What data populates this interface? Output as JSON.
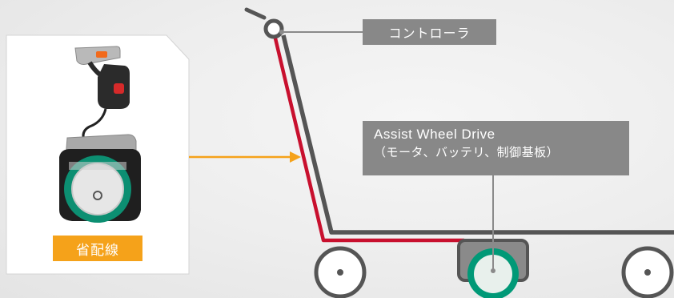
{
  "left_panel": {
    "badge_label": "省配線"
  },
  "labels": {
    "controller": "コントローラ",
    "drive_title": "Assist Wheel Drive",
    "drive_components": "（モータ、バッテリ、制御基板）"
  },
  "colors": {
    "accent_orange": "#f5a21a",
    "cable_red": "#c8102e",
    "frame_dark": "#555555",
    "wheel_teal": "#009977",
    "label_gray": "#888888"
  },
  "icons": [
    "controller-icon",
    "wheel-drive-icon",
    "arrow-icon",
    "wheel-icon"
  ]
}
